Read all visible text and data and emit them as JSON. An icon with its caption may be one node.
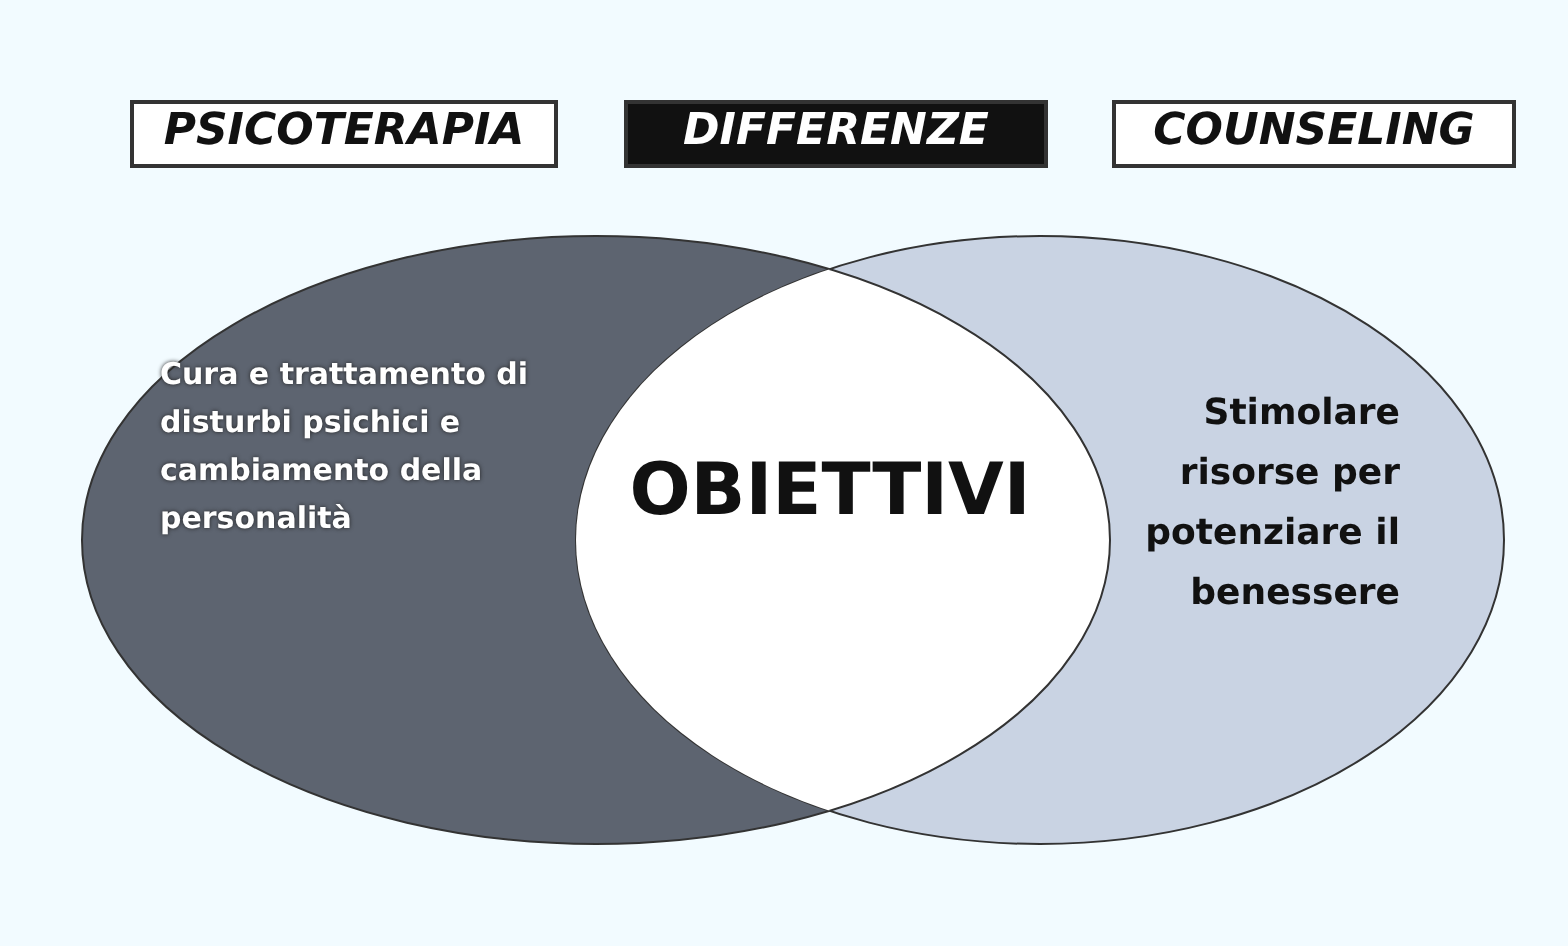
{
  "diagram": {
    "nodes": [
      {
        "text": [
          "PSICOTERAPIA"
        ]
      },
      {
        "text": [
          "DIFFERENZE"
        ]
      },
      {
        "text": [
          "COUNSELING"
        ]
      },
      {
        "text": [
          "Cura e trattamento di disturbi psichici e cambiamento della personalità"
        ]
      },
      {
        "text": [
          "Stimolare risorse per potenziare il benessere"
        ]
      },
      {
        "text": [
          "OBIETTIVI"
        ]
      }
    ],
    "edges": []
  }
}
